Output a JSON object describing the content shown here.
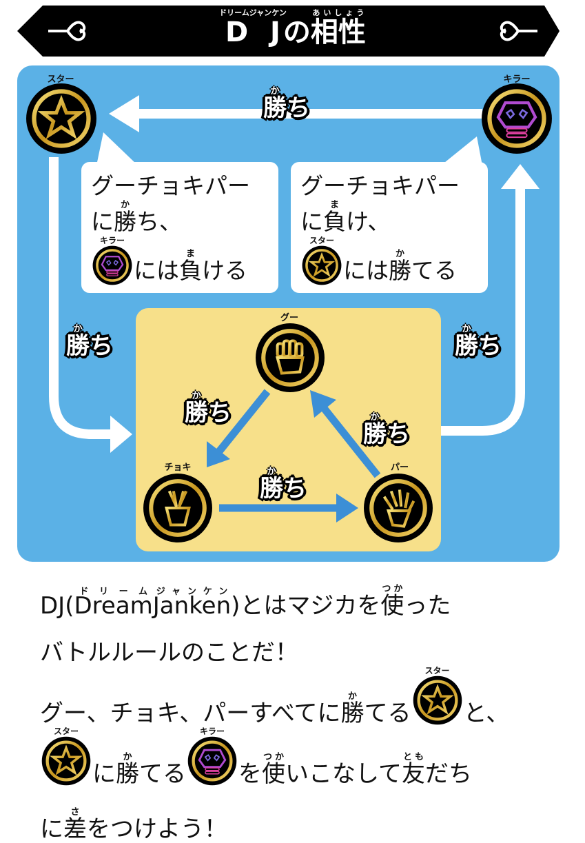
{
  "header": {
    "title_dj": "D J",
    "title_no": "の",
    "title_aishou": "相性",
    "ruby_dj": "ドリームジャンケン",
    "ruby_aishou": "あいしょう"
  },
  "colors": {
    "panel": "#5BB1E6",
    "inner": "#F7E08A",
    "arrow_inner": "#3C8FD6",
    "gold": "#D9B23A"
  },
  "coins": {
    "star": "スター",
    "killer": "キラー",
    "gu": "グー",
    "choki": "チョキ",
    "pa": "パー"
  },
  "win_label": {
    "text": "勝ち",
    "kanji": "勝",
    "kana": "ち",
    "ruby": "か"
  },
  "left_box": {
    "line1": "グーチョキパー",
    "line2_pre": "に",
    "line2_kanji": "勝",
    "line2_ruby": "か",
    "line2_post": "ち、",
    "coin_label": "キラー",
    "line3_pre": "には",
    "line3_kanji": "負",
    "line3_ruby": "ま",
    "line3_post": "ける"
  },
  "right_box": {
    "line1": "グーチョキパー",
    "line2_pre": "に",
    "line2_kanji": "負",
    "line2_ruby": "ま",
    "line2_post": "け、",
    "coin_label": "スター",
    "line3_pre": "には",
    "line3_kanji": "勝",
    "line3_ruby": "か",
    "line3_post": "てる"
  },
  "description": {
    "l1_a": "DJ(",
    "l1_dream": "Dream",
    "l1_dream_ruby": "ドリーム",
    "l1_sp": " ",
    "l1_janken": "Janken",
    "l1_janken_ruby": "ジャンケン",
    "l1_b": ")とはマジカを",
    "l1_tsuka": "使",
    "l1_tsuka_ruby": "つか",
    "l1_c": "った",
    "l2": "バトルルールのことだ！",
    "l3_a": "グー、チョキ、パーすべてに",
    "l3_kachi": "勝",
    "l3_kachi_ruby": "か",
    "l3_b": "てる",
    "l3_coin": "スター",
    "l3_c": "と、",
    "l4_coin1": "スター",
    "l4_a": "に",
    "l4_kachi": "勝",
    "l4_kachi_ruby": "か",
    "l4_b": "てる",
    "l4_coin2": "キラー",
    "l4_c": "を",
    "l4_tsuka": "使",
    "l4_tsuka_ruby": "つか",
    "l4_d": "いこなして",
    "l4_tomo": "友",
    "l4_tomo_ruby": "とも",
    "l4_e": "だち",
    "l5_a": "に",
    "l5_sa": "差",
    "l5_sa_ruby": "さ",
    "l5_b": "をつけよう！"
  }
}
